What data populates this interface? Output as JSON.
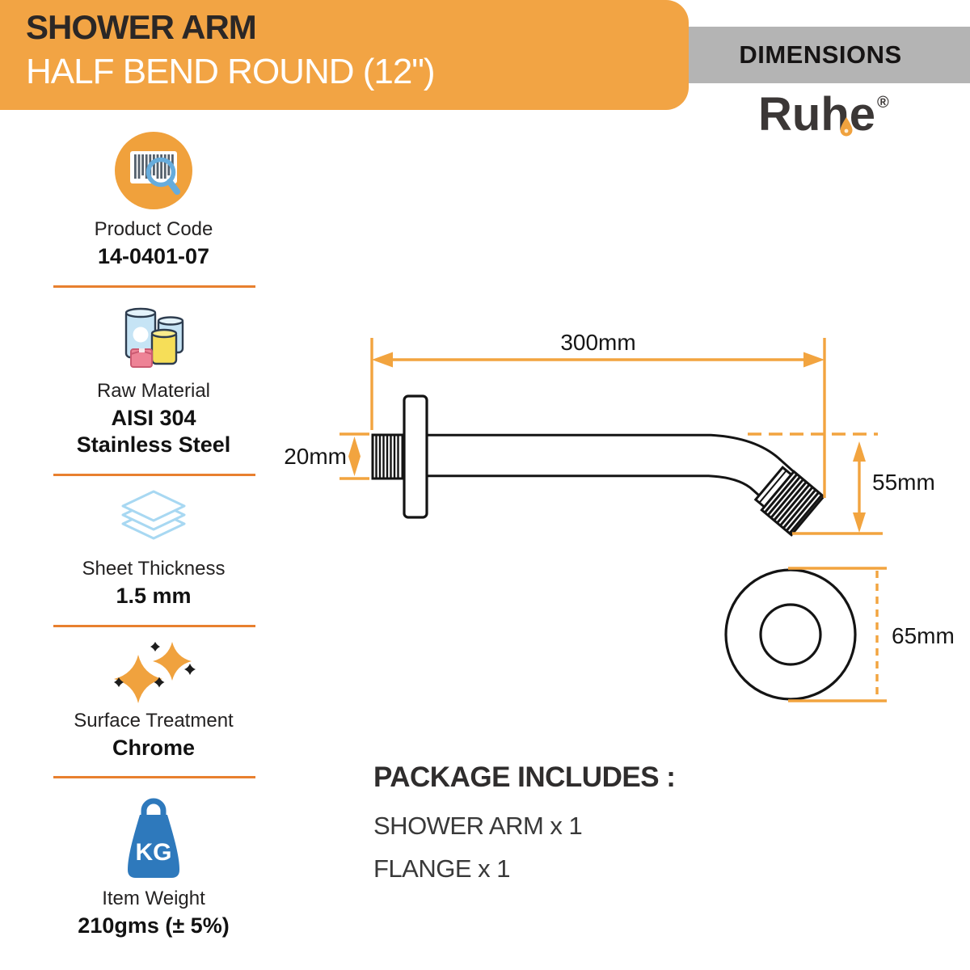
{
  "header": {
    "title_line1": "SHOWER ARM",
    "title_line2": "HALF BEND ROUND (12\")",
    "dimensions_label": "DIMENSIONS",
    "brand_name": "Ruhe",
    "registered_mark": "®"
  },
  "specs": [
    {
      "icon": "barcode-icon",
      "label": "Product Code",
      "value": "14-0401-07"
    },
    {
      "icon": "raw-material-icon",
      "label": "Raw Material",
      "value": "AISI 304",
      "value2": "Stainless Steel"
    },
    {
      "icon": "sheet-thickness-icon",
      "label": "Sheet Thickness",
      "value": "1.5 mm"
    },
    {
      "icon": "surface-treatment-icon",
      "label": "Surface Treatment",
      "value": "Chrome"
    },
    {
      "icon": "item-weight-icon",
      "label": "Item Weight",
      "value": "210gms (± 5%)",
      "badge": "KG"
    }
  ],
  "drawing": {
    "length": "300mm",
    "inlet_diameter": "20mm",
    "drop_height": "55mm",
    "flange_diameter": "65mm"
  },
  "package": {
    "title": "PACKAGE INCLUDES :",
    "items": [
      "SHOWER ARM x 1",
      "FLANGE x 1"
    ]
  },
  "colors": {
    "accent_orange": "#F2A444",
    "divider_orange": "#E8802F",
    "dimension_orange": "#F2A43F",
    "gray_bar": "#B4B4B4",
    "icon_blue": "#2E79BC",
    "text_dark": "#1A1A1A"
  }
}
